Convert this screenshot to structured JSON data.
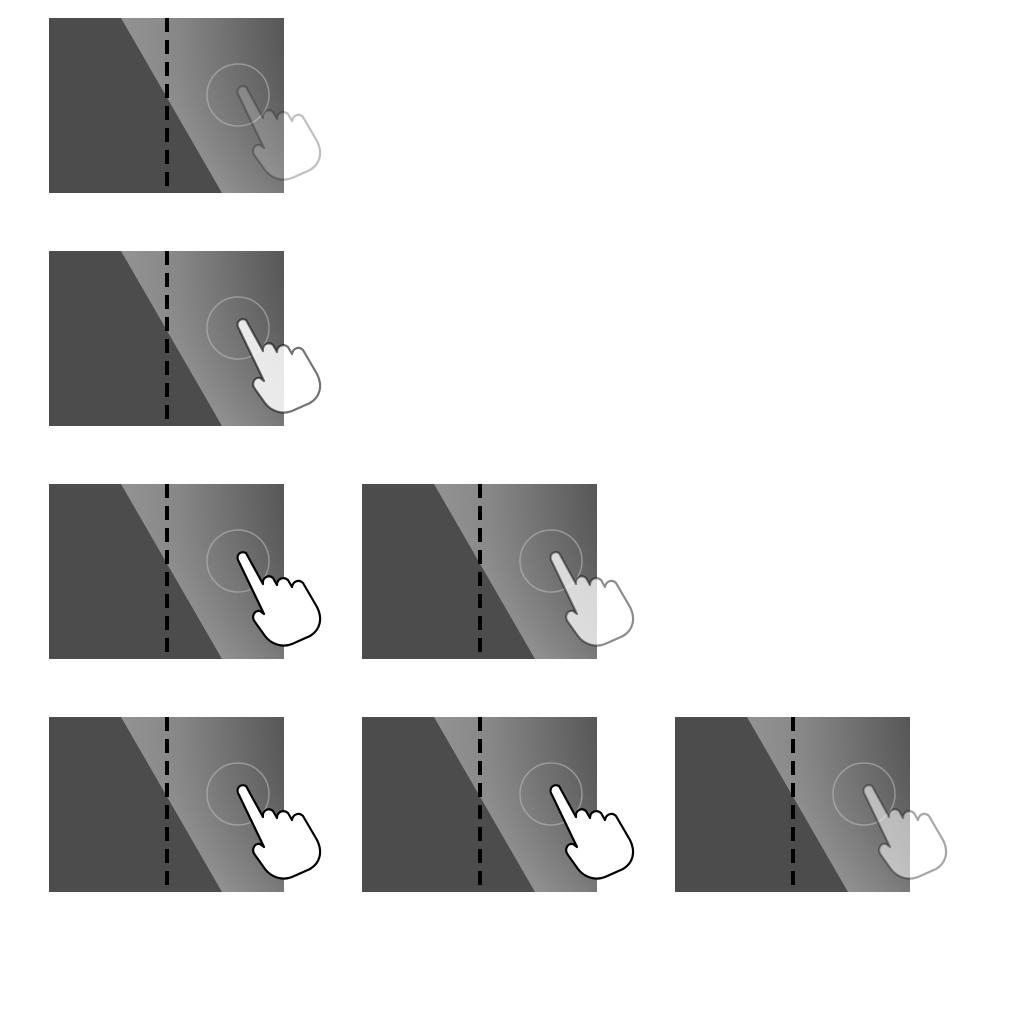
{
  "colors": {
    "dark_region": "#4c4c4c",
    "gradient_light": "#a9a9a9",
    "gradient_dark": "#5a5a5a",
    "divider": "#000000",
    "target_ring": "#bdbdbd",
    "hand_outline": "#000000"
  },
  "icons": {
    "hand": "pointing-hand-icon",
    "ring": "touch-target-ring-icon",
    "divider": "dashed-divider-line"
  },
  "panels": [
    {
      "id": "r1c1",
      "hand_fill_opacity": 0.18,
      "hand_outline_opacity": 0.25
    },
    {
      "id": "r2c1",
      "hand_fill_opacity": 0.85,
      "hand_outline_opacity": 0.55
    },
    {
      "id": "r3c1",
      "hand_fill_opacity": 1.0,
      "hand_outline_opacity": 1.0
    },
    {
      "id": "r3c2",
      "hand_fill_opacity": 0.75,
      "hand_outline_opacity": 0.45
    },
    {
      "id": "r4c1",
      "hand_fill_opacity": 1.0,
      "hand_outline_opacity": 1.0
    },
    {
      "id": "r4c2",
      "hand_fill_opacity": 1.0,
      "hand_outline_opacity": 1.0
    },
    {
      "id": "r4c3",
      "hand_fill_opacity": 0.55,
      "hand_outline_opacity": 0.35
    }
  ]
}
